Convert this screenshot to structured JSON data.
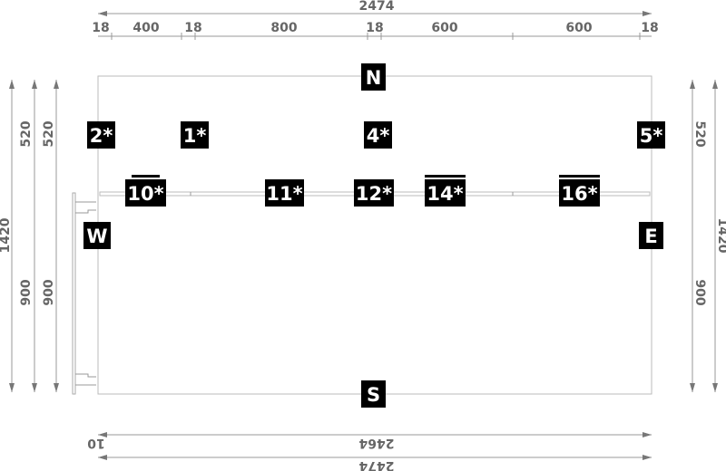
{
  "dimensions": {
    "top_total": "2474",
    "top_segments": [
      "18",
      "400",
      "18",
      "800",
      "18",
      "600",
      "600",
      "18"
    ],
    "left_outer": "1420",
    "left_upper_a": "520",
    "left_upper_b": "520",
    "left_lower_a": "900",
    "left_lower_b": "900",
    "right_upper": "520",
    "right_lower": "900",
    "right_outer": "1420",
    "bottom_inner": "2464",
    "bottom_offset": "10",
    "bottom_total": "2474"
  },
  "compass": {
    "north": "N",
    "south": "S",
    "west": "W",
    "east": "E"
  },
  "labels": [
    "2*",
    "1*",
    "4*",
    "5*",
    "10*",
    "11*",
    "12*",
    "14*",
    "16*"
  ]
}
